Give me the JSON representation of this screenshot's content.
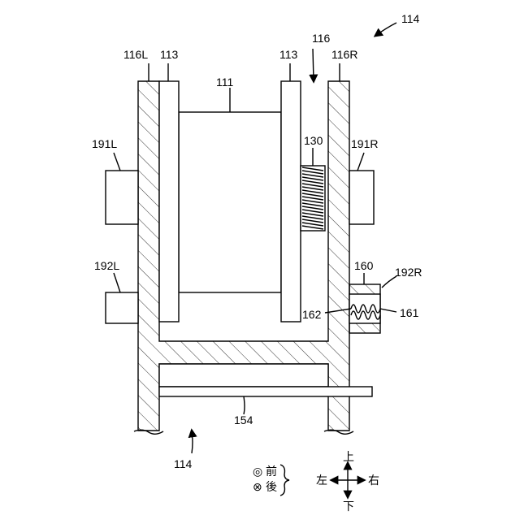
{
  "labels": {
    "fig_top": "114",
    "fig_bottom": "114",
    "frame_left": "116L",
    "frame_right": "116R",
    "plate_left": "113",
    "plate_right": "113",
    "slot": "116",
    "drum": "111",
    "spring": "130",
    "pin_upper_left": "191L",
    "pin_upper_right": "191R",
    "pin_lower_left": "192L",
    "pin_lower_right": "192R",
    "latch_housing": "160",
    "latch_spring": "161",
    "latch_end": "162",
    "shaft": "154"
  },
  "legend": {
    "front_symbol": "◎",
    "front_text": "前",
    "back_symbol": "⊗",
    "back_text": "後",
    "up": "上",
    "down": "下",
    "left": "左",
    "right": "右"
  }
}
